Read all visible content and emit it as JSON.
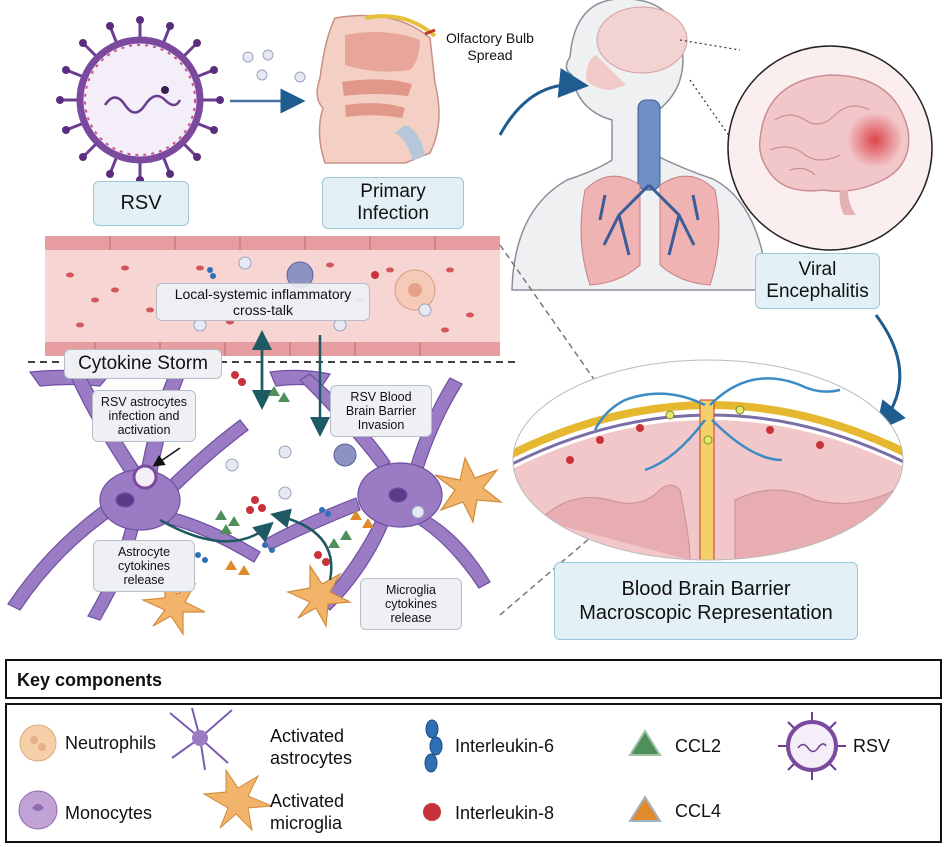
{
  "labels": {
    "rsv": "RSV",
    "primary_infection": [
      "Primary",
      "Infection"
    ],
    "olfactory_bulb": [
      "Olfactory Bulb",
      "Spread"
    ],
    "viral_encephalitis": [
      "Viral",
      "Encephalitis"
    ],
    "cross_talk": [
      "Local-systemic inflammatory",
      "cross-talk"
    ],
    "cytokine_storm": "Cytokine Storm",
    "astrocyte_infection": [
      "RSV astrocytes",
      "infection and",
      "activation"
    ],
    "bbb_invasion": [
      "RSV Blood",
      "Brain Barrier",
      "Invasion"
    ],
    "astrocyte_release": [
      "Astrocyte",
      "cytokines",
      "release"
    ],
    "microglia_release": [
      "Microglia",
      "cytokines",
      "release"
    ],
    "bbb_macroscopic": [
      "Blood Brain Barrier",
      "Macroscopic Representation"
    ]
  },
  "key": {
    "title": "Key components",
    "items": {
      "neutrophils": "Neutrophils",
      "monocytes": "Monocytes",
      "astrocytes": [
        "Activated",
        "astrocytes"
      ],
      "microglia": [
        "Activated",
        "microglia"
      ],
      "il6": "Interleukin-6",
      "il8": "Interleukin-8",
      "ccl2": "CCL2",
      "ccl4": "CCL4",
      "rsv": "RSV"
    }
  },
  "colors": {
    "label_fill": "#e3f0f6",
    "label_border": "#9cc7d8",
    "virus_purple": "#7b4a9e",
    "vessel_pink": "#f3c6c4",
    "astrocyte_purple": "#9b7cc4",
    "microglia_orange": "#f2b46a",
    "il6_blue": "#2f6fb5",
    "il8_red": "#c8323a",
    "ccl2_green": "#4f8f5a",
    "ccl4_orange": "#e08a2c",
    "arrow_blue": "#1f5c8f"
  }
}
